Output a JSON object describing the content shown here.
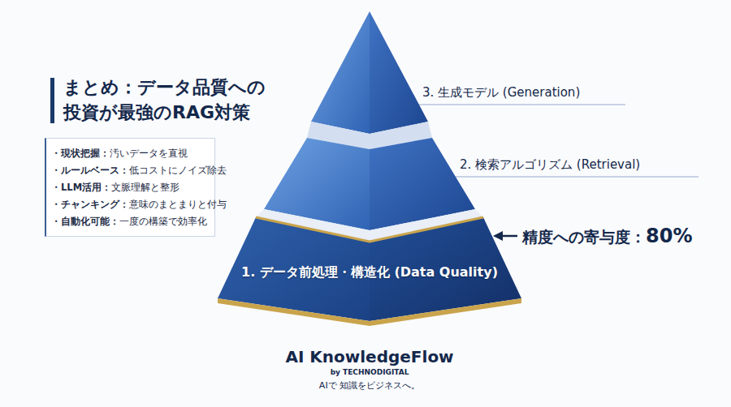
{
  "diagram": {
    "title": "まとめ：データ品質への 投資が最強のRAG対策",
    "nodes": [
      {
        "text": [
          "・現状把握：汚いデータを直視",
          "・ルールベース：低コストにノイズ除去",
          "・LLM活用：文脈理解と整形",
          "・チャンキング：意味のまとまりと付与",
          "・自動化可能：一度の構築で効率化"
        ]
      },
      {
        "text": [
          "3. 生成モデル (Generation)"
        ]
      },
      {
        "text": [
          "2. 検索アルゴリズム (Retrieval)"
        ]
      },
      {
        "text": [
          "1. データ前処理・構造化 (Data Quality)"
        ]
      }
    ],
    "labels": [
      "精度への寄与度：80%",
      "AI KnowledgeFlow",
      "by TECHNODIGITAL",
      "AIで 知識をビジネスへ。"
    ]
  }
}
